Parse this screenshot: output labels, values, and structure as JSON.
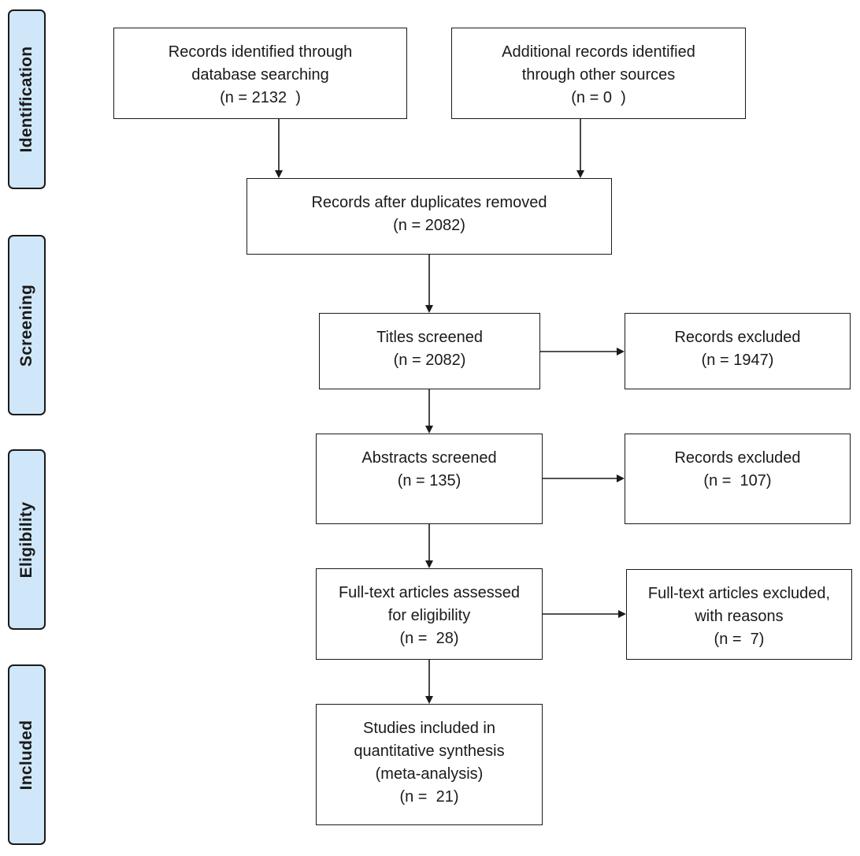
{
  "stages": {
    "identification": "Identification",
    "screening": "Screening",
    "eligibility": "Eligibility",
    "included": "Included"
  },
  "boxes": {
    "database_search": {
      "line1": "Records identified through",
      "line2": "database searching",
      "line3": "(n = 2132  )"
    },
    "other_sources": {
      "line1": "Additional records identified",
      "line2": "through other sources",
      "line3": "(n = 0  )"
    },
    "after_duplicates": {
      "line1": "Records after duplicates removed",
      "line2": "(n = 2082)"
    },
    "titles_screened": {
      "line1": "Titles screened",
      "line2": "(n = 2082)"
    },
    "records_excluded_titles": {
      "line1": "Records excluded",
      "line2": "(n = 1947)"
    },
    "abstracts_screened": {
      "line1": "Abstracts screened",
      "line2": "(n = 135)"
    },
    "records_excluded_abstracts": {
      "line1": "Records excluded",
      "line2": "(n =  107)"
    },
    "fulltext_assessed": {
      "line1": "Full-text articles assessed",
      "line2": "for eligibility",
      "line3": "(n =  28)"
    },
    "fulltext_excluded": {
      "line1": "Full-text articles excluded,",
      "line2": "with reasons",
      "line3": "(n =  7)"
    },
    "studies_included": {
      "line1": "Studies included in",
      "line2": "quantitative synthesis",
      "line3": "(meta-analysis)",
      "line4": "(n =  21)"
    }
  },
  "colors": {
    "stage_fill": "#cfe7f9",
    "stroke": "#1a1a1a"
  }
}
